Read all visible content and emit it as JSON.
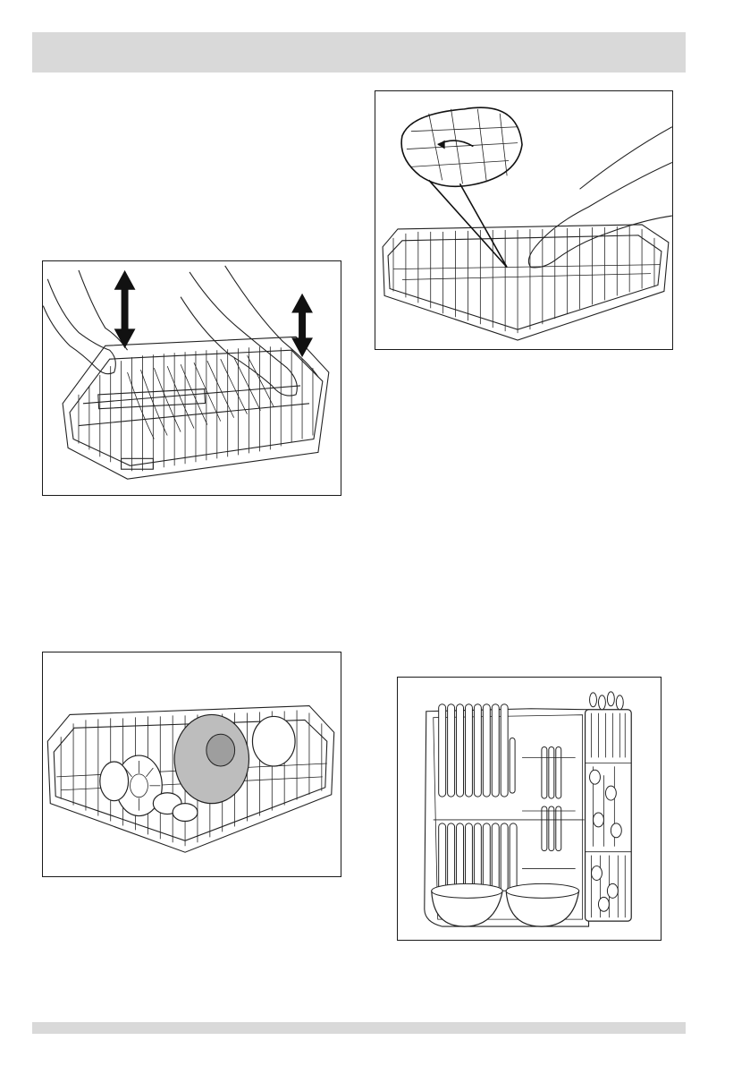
{
  "page": {
    "header_bar_color": "#d9d9d9",
    "footer_bar_color": "#d9d9d9"
  },
  "figures": [
    {
      "name": "upper-basket-height-adjust",
      "icons": [
        "up-down-arrow-icon",
        "up-down-arrow-icon"
      ]
    },
    {
      "name": "basket-wheel-removal-detail",
      "icons": [
        "magnifier-callout-icon"
      ]
    },
    {
      "name": "upper-basket-loaded"
    },
    {
      "name": "lower-basket-loading-plan"
    }
  ]
}
